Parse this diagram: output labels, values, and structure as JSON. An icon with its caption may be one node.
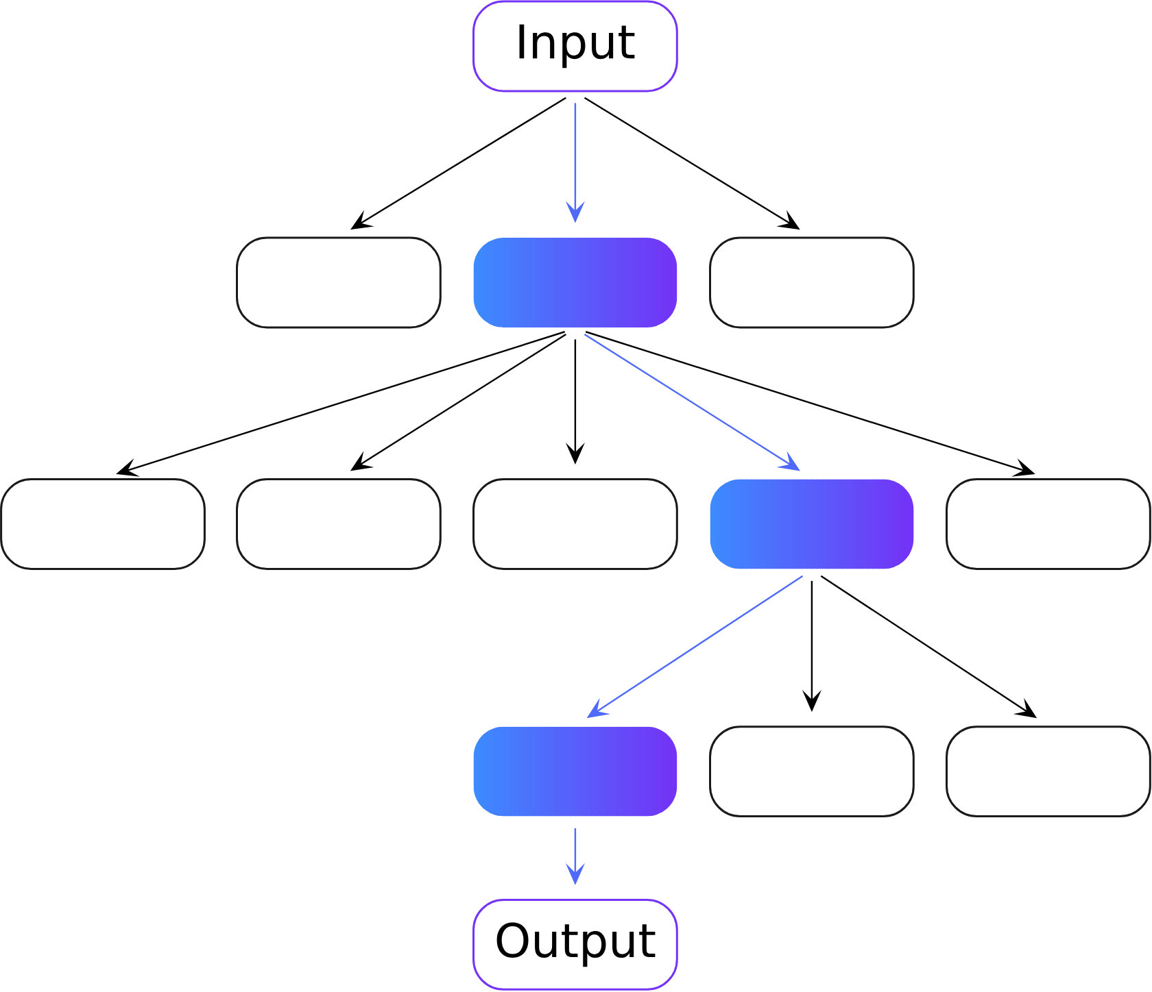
{
  "diagram": {
    "nodes": [
      {
        "text": [
          "Input"
        ]
      },
      {
        "text": [],
        "shape": "box"
      },
      {
        "text": [],
        "shape": "box"
      },
      {
        "text": [],
        "shape": "box"
      },
      {
        "text": [],
        "shape": "box"
      },
      {
        "text": [],
        "shape": "box"
      },
      {
        "text": [],
        "shape": "box"
      },
      {
        "text": [],
        "shape": "box"
      },
      {
        "text": [],
        "shape": "box"
      },
      {
        "text": [],
        "shape": "box"
      },
      {
        "text": [],
        "shape": "box"
      },
      {
        "text": [],
        "shape": "box"
      },
      {
        "text": [
          "Output"
        ]
      }
    ],
    "edges": [
      {
        "from": 0,
        "to": 1,
        "arrow": "to"
      },
      {
        "from": 0,
        "to": 2,
        "arrow": "to",
        "color": "#4f6af8"
      },
      {
        "from": 0,
        "to": 3,
        "arrow": "to"
      },
      {
        "from": 2,
        "to": 4,
        "arrow": "to"
      },
      {
        "from": 2,
        "to": 5,
        "arrow": "to"
      },
      {
        "from": 2,
        "to": 6,
        "arrow": "to"
      },
      {
        "from": 2,
        "to": 7,
        "arrow": "to",
        "color": "#4f6af8"
      },
      {
        "from": 2,
        "to": 8,
        "arrow": "to"
      },
      {
        "from": 7,
        "to": 9,
        "arrow": "to",
        "color": "#4f6af8"
      },
      {
        "from": 7,
        "to": 10,
        "arrow": "to"
      },
      {
        "from": 7,
        "to": 11,
        "arrow": "to"
      },
      {
        "from": 9,
        "to": 12,
        "arrow": "to",
        "color": "#4f6af8"
      }
    ]
  }
}
